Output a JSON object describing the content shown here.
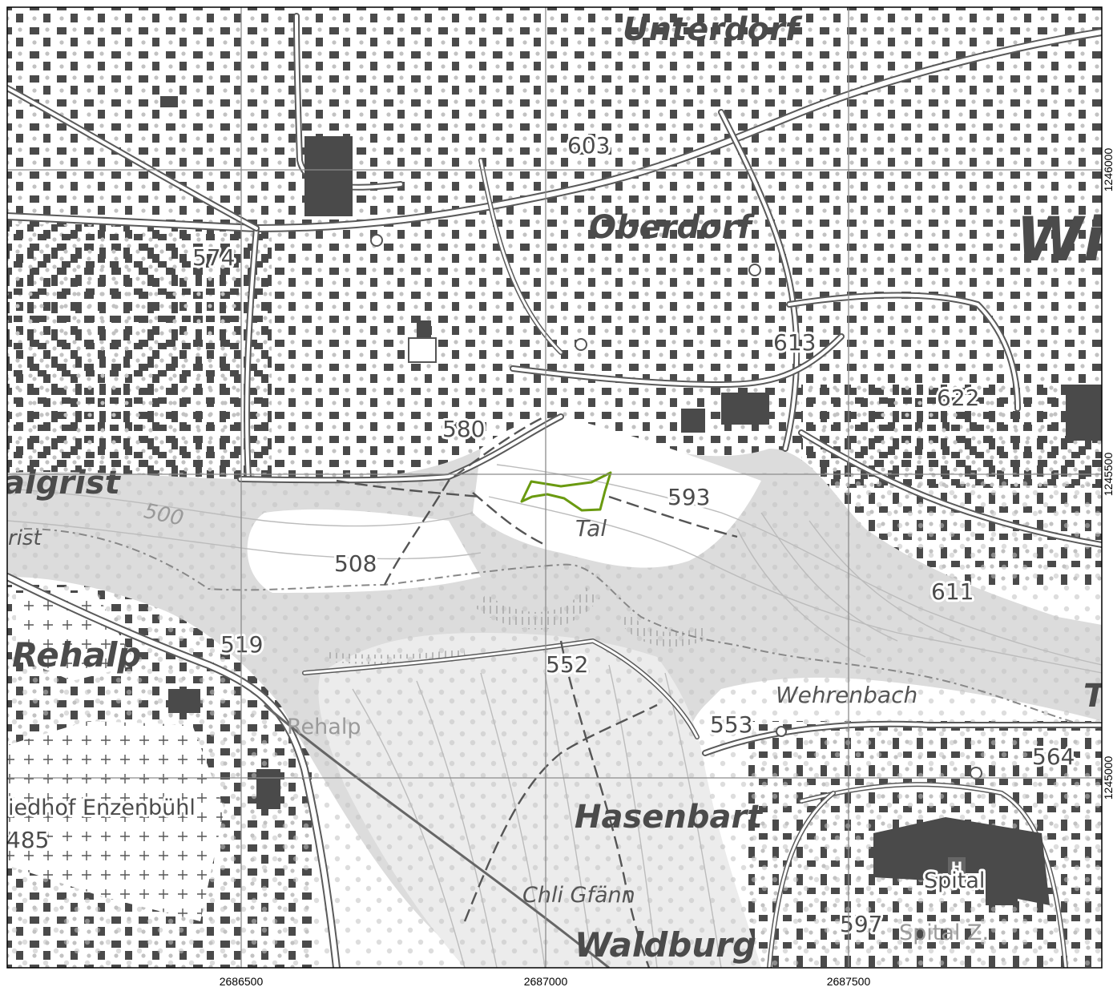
{
  "map": {
    "place_names": {
      "unterdorf": "Unterdorf",
      "oberdorf": "Oberdorf",
      "wi": "Wi",
      "algrist": "algrist",
      "rist": "rist",
      "rehalp": "Rehalp",
      "rehalp_station": "Rehalp",
      "tal": "Tal",
      "wehrenbach": "Wehrenbach",
      "hasenbart": "Hasenbart",
      "chli_gfann": "Chli Gfänn",
      "waldburg": "Waldburg",
      "friedhof": "iedhof Enzenbühl",
      "spital": "Spital",
      "spital_z": "Spital Z.",
      "t_edge": "T"
    },
    "elevations": {
      "e603": "603",
      "e574": "574",
      "e613": "613",
      "e622": "622",
      "e580": "580",
      "e593": "593",
      "e508": "508",
      "e611": "611",
      "e519": "519",
      "e552": "552",
      "e553": "553",
      "e564": "564",
      "e485": "485",
      "e597": "597",
      "e500": "500"
    },
    "hospital_symbol": "H",
    "coords_x": [
      "2686500",
      "2687000",
      "2687500"
    ],
    "coords_y": [
      "1246000",
      "1245500",
      "1245000"
    ],
    "colors": {
      "parcel_outline": "#6a9a10",
      "building": "#4a4a4a",
      "grid": "#8c8c8c"
    }
  }
}
